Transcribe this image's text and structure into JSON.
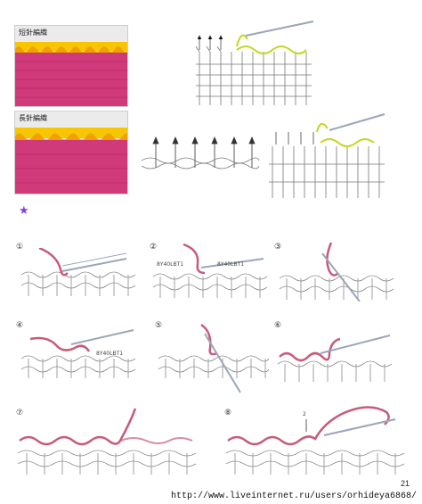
{
  "swatches": [
    {
      "label": "短針編織",
      "top_color": "#f7c600",
      "body_color": "#d0397a"
    },
    {
      "label": "長針編織",
      "top_color": "#f7c600",
      "body_color": "#d0397a"
    }
  ],
  "section_marker": "★",
  "steps": [
    "①",
    "②",
    "③",
    "④",
    "⑤",
    "⑥",
    "⑦",
    "⑧"
  ],
  "step_notes": {
    "step2_left": "8Y40LBT1",
    "step2_right": "8Y40LBT1",
    "step4": "8Y40LBT1",
    "step8_label": "2"
  },
  "page_number": "21",
  "footer_url": "http://www.liveinternet.ru/users/orhideya6868/",
  "colors": {
    "yarn_pink": "#c85a7a",
    "yarn_yellow": "#d6e63a",
    "stitch_gray": "#8a8a8a",
    "needle": "#9aa6b8"
  }
}
